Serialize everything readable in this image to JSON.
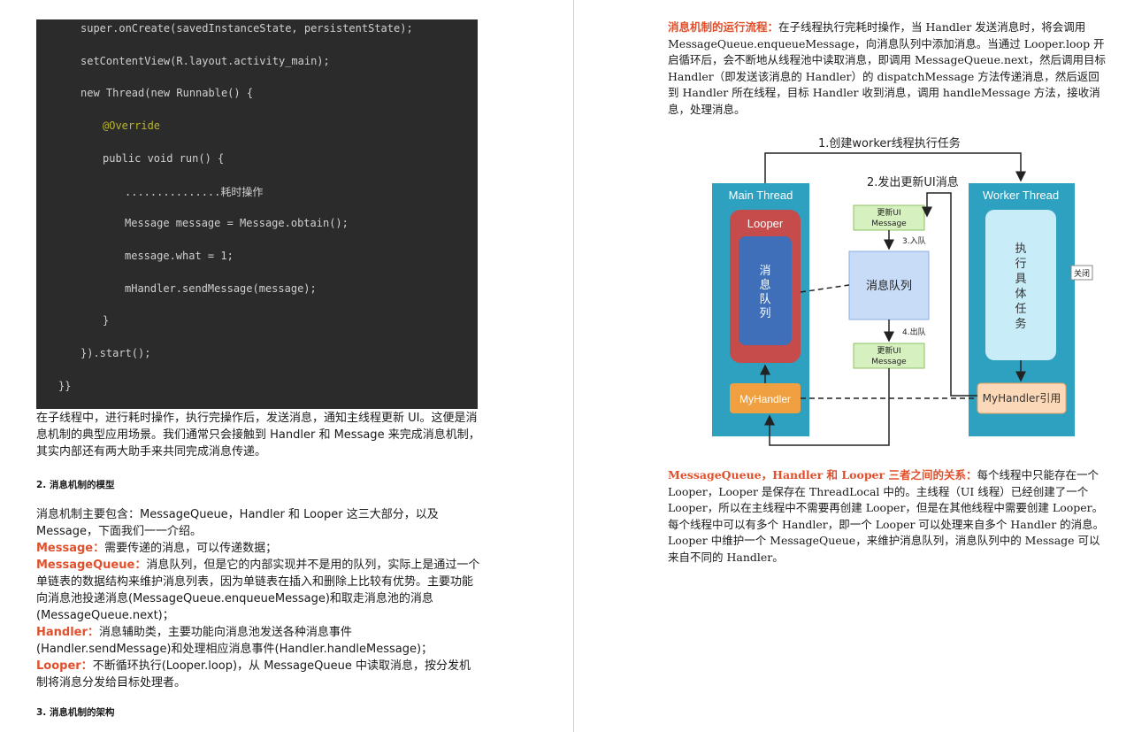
{
  "code": {
    "lines": [
      "super.onCreate(savedInstanceState, persistentState);",
      "setContentView(R.layout.activity_main);",
      "new Thread(new Runnable() {",
      "@Override",
      "public void run() {",
      "...............耗时操作",
      "Message message = Message.obtain();",
      "message.what = 1;",
      "mHandler.sendMessage(message);",
      "}",
      "}).start();",
      "}}"
    ]
  },
  "left": {
    "intro": "在子线程中，进行耗时操作，执行完操作后，发送消息，通知主线程更新 UI。这便是消息机制的典型应用场景。我们通常只会接触到 Handler 和 Message 来完成消息机制，其实内部还有两大助手来共同完成消息传递。",
    "heading2": "2. 消息机制的模型",
    "model_intro": "消息机制主要包含：MessageQueue，Handler 和 Looper 这三大部分，以及 Message，下面我们一一介绍。",
    "items": [
      {
        "label": "Message：",
        "text": "需要传递的消息，可以传递数据；"
      },
      {
        "label": "MessageQueue：",
        "text": "消息队列，但是它的内部实现并不是用的队列，实际上是通过一个单链表的数据结构来维护消息列表，因为单链表在插入和删除上比较有优势。主要功能向消息池投递消息(MessageQueue.enqueueMessage)和取走消息池的消息(MessageQueue.next)；"
      },
      {
        "label": "Handler：",
        "text": "消息辅助类，主要功能向消息池发送各种消息事件(Handler.sendMessage)和处理相应消息事件(Handler.handleMessage)；"
      },
      {
        "label": "Looper：",
        "text": "不断循环执行(Looper.loop)，从 MessageQueue 中读取消息，按分发机制将消息分发给目标处理者。"
      }
    ],
    "heading3": "3. 消息机制的架构"
  },
  "right": {
    "flow_label": "消息机制的运行流程：",
    "flow_text": "在子线程执行完耗时操作，当 Handler 发送消息时，将会调用 MessageQueue.enqueueMessage，向消息队列中添加消息。当通过 Looper.loop 开启循环后，会不断地从线程池中读取消息，即调用 MessageQueue.next，然后调用目标 Handler（即发送该消息的 Handler）的 dispatchMessage 方法传递消息，然后返回到 Handler 所在线程，目标 Handler 收到消息，调用 handleMessage 方法，接收消息，处理消息。",
    "relation_label": "MessageQueue，Handler 和 Looper 三者之间的关系：",
    "relation_text": "每个线程中只能存在一个 Looper，Looper 是保存在 ThreadLocal 中的。主线程（UI 线程）已经创建了一个 Looper，所以在主线程中不需要再创建 Looper，但是在其他线程中需要创建 Looper。每个线程中可以有多个 Handler，即一个 Looper 可以处理来自多个 Handler 的消息。 Looper 中维护一个 MessageQueue，来维护消息队列，消息队列中的 Message 可以来自不同的 Handler。"
  },
  "diagram": {
    "step1": "1.创建worker线程执行任务",
    "step2": "2.发出更新UI消息",
    "main_thread": "Main   Thread",
    "worker_thread": "Worker  Thread",
    "looper": "Looper",
    "msg_pool": "消息队列",
    "msg_pool_vertical": [
      "消",
      "息",
      "队",
      "列"
    ],
    "update_msg_top": [
      "更新UI",
      "Message"
    ],
    "update_msg_bottom": [
      "更新UI",
      "Message"
    ],
    "enqueue": "3.入队",
    "dequeue": "4.出队",
    "queue": "消息队列",
    "task": [
      "执",
      "行",
      "具",
      "体",
      "任",
      "务"
    ],
    "my_handler": "MyHandler",
    "my_handler_ref": "MyHandler引用",
    "close_btn": "关闭"
  }
}
